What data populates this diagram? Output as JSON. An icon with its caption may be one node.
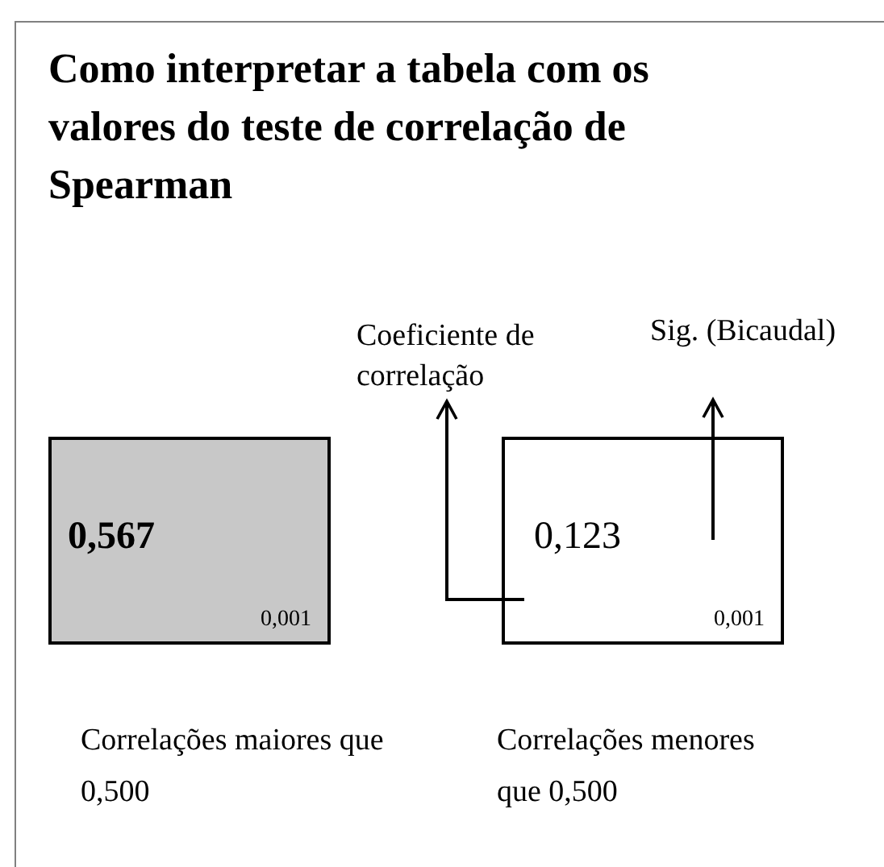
{
  "diagram": {
    "title": "Como interpretar a tabela com os valores do teste de correlação de Spearman",
    "nodes": [
      {
        "text": [
          "0,567",
          "0,001"
        ],
        "beside": [
          "Correlações maiores que 0,500"
        ]
      },
      {
        "text": [
          "0,123",
          "0,001"
        ],
        "beside": [
          "Correlações menores que 0,500"
        ]
      },
      {
        "text": [
          "Coeficiente de correlação"
        ]
      },
      {
        "text": [
          "Sig. (Bicaudal)"
        ]
      }
    ],
    "edges": [
      {
        "from": 1,
        "to": 2,
        "arrow": "to"
      },
      {
        "from": 1,
        "to": 3,
        "arrow": "to"
      }
    ]
  }
}
